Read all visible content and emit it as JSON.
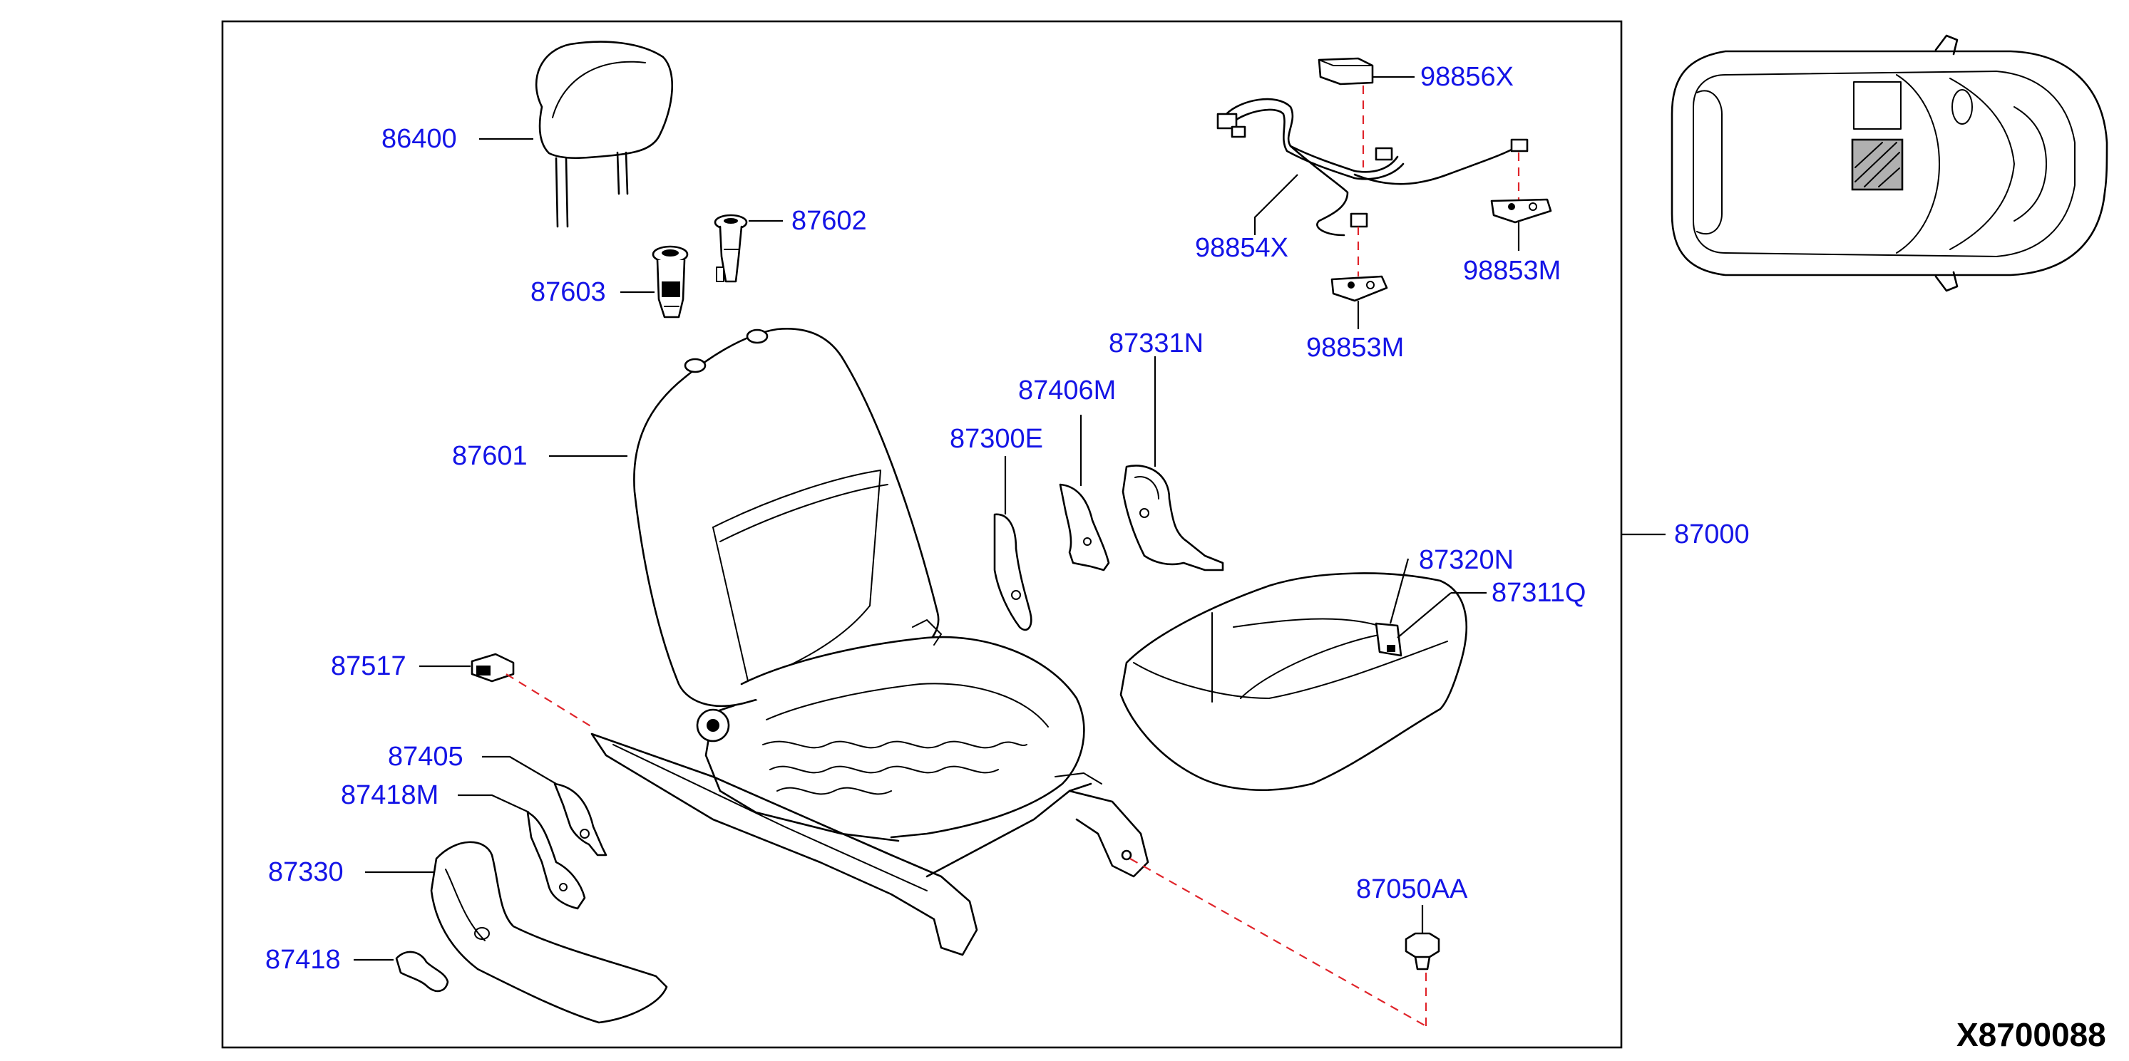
{
  "diagram": {
    "id_code": "X8700088",
    "assembly_part": "87000",
    "parts": {
      "headrest": "86400",
      "headrest_guide_lock": "87602",
      "headrest_guide_free": "87603",
      "seat_back_trim": "87601",
      "trim_clip": "87517",
      "finisher_87405": "87405",
      "finisher_87418M": "87418M",
      "side_finisher_outer": "87330",
      "knob_87418": "87418",
      "cover_87300E": "87300E",
      "cover_87406M": "87406M",
      "side_finisher_inner": "87331N",
      "cushion_trim": "87320N",
      "cushion_pad": "87311Q",
      "bolt": "87050AA",
      "harness_clip_top": "98856X",
      "harness": "98854X",
      "sensor_bracket_right": "98853M",
      "sensor_bracket_center": "98853M"
    }
  },
  "locator": {
    "highlighted_seat": "front passenger seat (shaded)"
  },
  "colors": {
    "label": "#1414e6",
    "line": "#000000",
    "dashed_reference": "#e0242a",
    "locator_highlight": "#b0b0b0"
  }
}
